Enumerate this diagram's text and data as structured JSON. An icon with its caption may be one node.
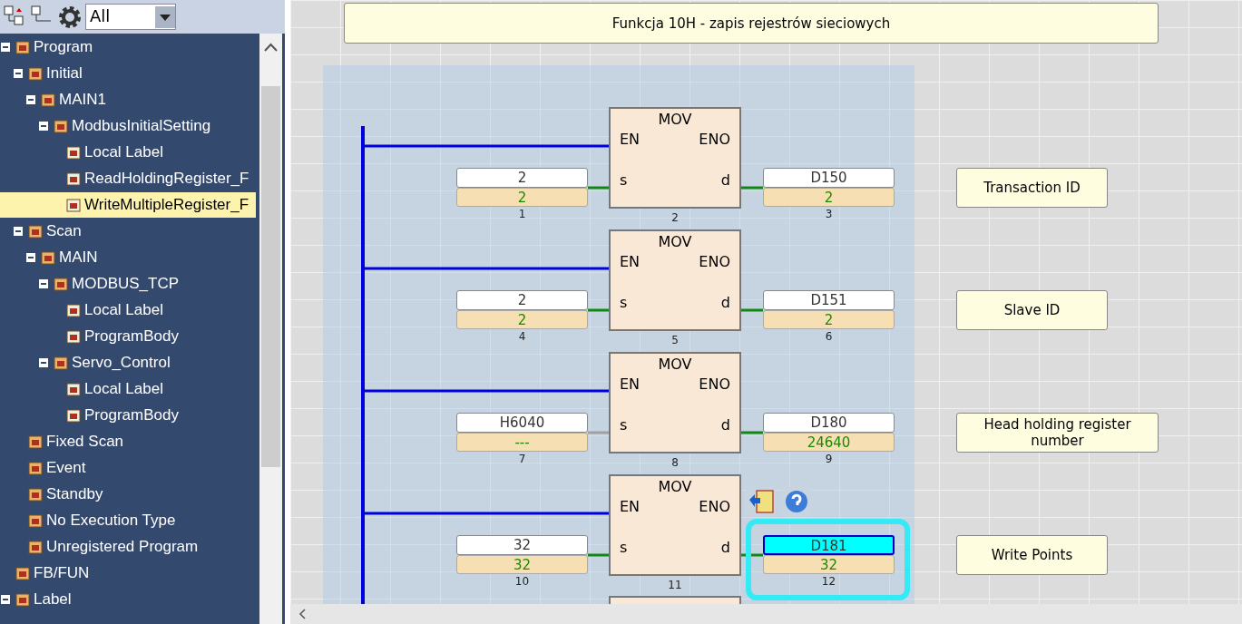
{
  "diagram": {
    "nodes": [
      {
        "text": [
          "Funkcja 10H - zapis rejestrów sieciowych"
        ]
      },
      {
        "text": [],
        "shape": "bar"
      },
      {
        "text": [
          "2",
          "2"
        ],
        "beside": [
          "1"
        ]
      },
      {
        "text": [
          "MOV",
          "EN",
          "ENO",
          "s",
          "d"
        ],
        "beside": [
          "2"
        ]
      },
      {
        "text": [
          "D150",
          "2"
        ],
        "beside": [
          "3"
        ]
      },
      {
        "text": [
          "Transaction ID"
        ]
      },
      {
        "text": [
          "2",
          "2"
        ],
        "beside": [
          "4"
        ]
      },
      {
        "text": [
          "MOV",
          "EN",
          "ENO",
          "s",
          "d"
        ],
        "beside": [
          "5"
        ]
      },
      {
        "text": [
          "D151",
          "2"
        ],
        "beside": [
          "6"
        ]
      },
      {
        "text": [
          "Slave ID"
        ]
      },
      {
        "text": [
          "H6040",
          "---"
        ],
        "beside": [
          "7"
        ]
      },
      {
        "text": [
          "MOV",
          "EN",
          "ENO",
          "s",
          "d"
        ],
        "beside": [
          "8"
        ]
      },
      {
        "text": [
          "D180",
          "24640"
        ],
        "beside": [
          "9"
        ]
      },
      {
        "text": [
          "Head holding register number"
        ]
      },
      {
        "text": [
          "32",
          "32"
        ],
        "beside": [
          "10"
        ]
      },
      {
        "text": [
          "MOV",
          "EN",
          "ENO",
          "s",
          "d"
        ],
        "beside": [
          "11"
        ]
      },
      {
        "text": [
          "D181",
          "32"
        ],
        "beside": [
          "12"
        ]
      },
      {
        "text": [
          "Write Points"
        ]
      },
      {
        "text": [],
        "shape": "box"
      }
    ],
    "edges": [
      {
        "from": 1,
        "to": 3,
        "arrow": "none",
        "color": "#0000dd"
      },
      {
        "from": 2,
        "to": 3,
        "arrow": "none"
      },
      {
        "from": 3,
        "to": 4,
        "arrow": "none"
      },
      {
        "from": 1,
        "to": 7,
        "arrow": "none",
        "color": "#0000dd"
      },
      {
        "from": 6,
        "to": 7,
        "arrow": "none"
      },
      {
        "from": 7,
        "to": 8,
        "arrow": "none"
      },
      {
        "from": 1,
        "to": 11,
        "arrow": "none",
        "color": "#0000dd"
      },
      {
        "from": 10,
        "to": 11,
        "arrow": "none",
        "color": "#a0a0a0"
      },
      {
        "from": 11,
        "to": 12,
        "arrow": "none"
      },
      {
        "from": 1,
        "to": 15,
        "arrow": "none",
        "color": "#0000dd"
      },
      {
        "from": 14,
        "to": 15,
        "arrow": "none"
      },
      {
        "from": 15,
        "to": 16,
        "arrow": "none"
      }
    ],
    "labels": [
      "All",
      "Program",
      "Initial",
      "MAIN1",
      "ModbusInitialSetting",
      "Local Label",
      "ReadHoldingRegister_F",
      "WriteMultipleRegister_F",
      "Scan",
      "MAIN",
      "MODBUS_TCP",
      "Local Label",
      "ProgramBody",
      "Servo_Control",
      "Local Label",
      "ProgramBody",
      "Fixed Scan",
      "Event",
      "Standby",
      "No Execution Type",
      "Unregistered Program",
      "FB/FUN",
      "Label"
    ]
  }
}
